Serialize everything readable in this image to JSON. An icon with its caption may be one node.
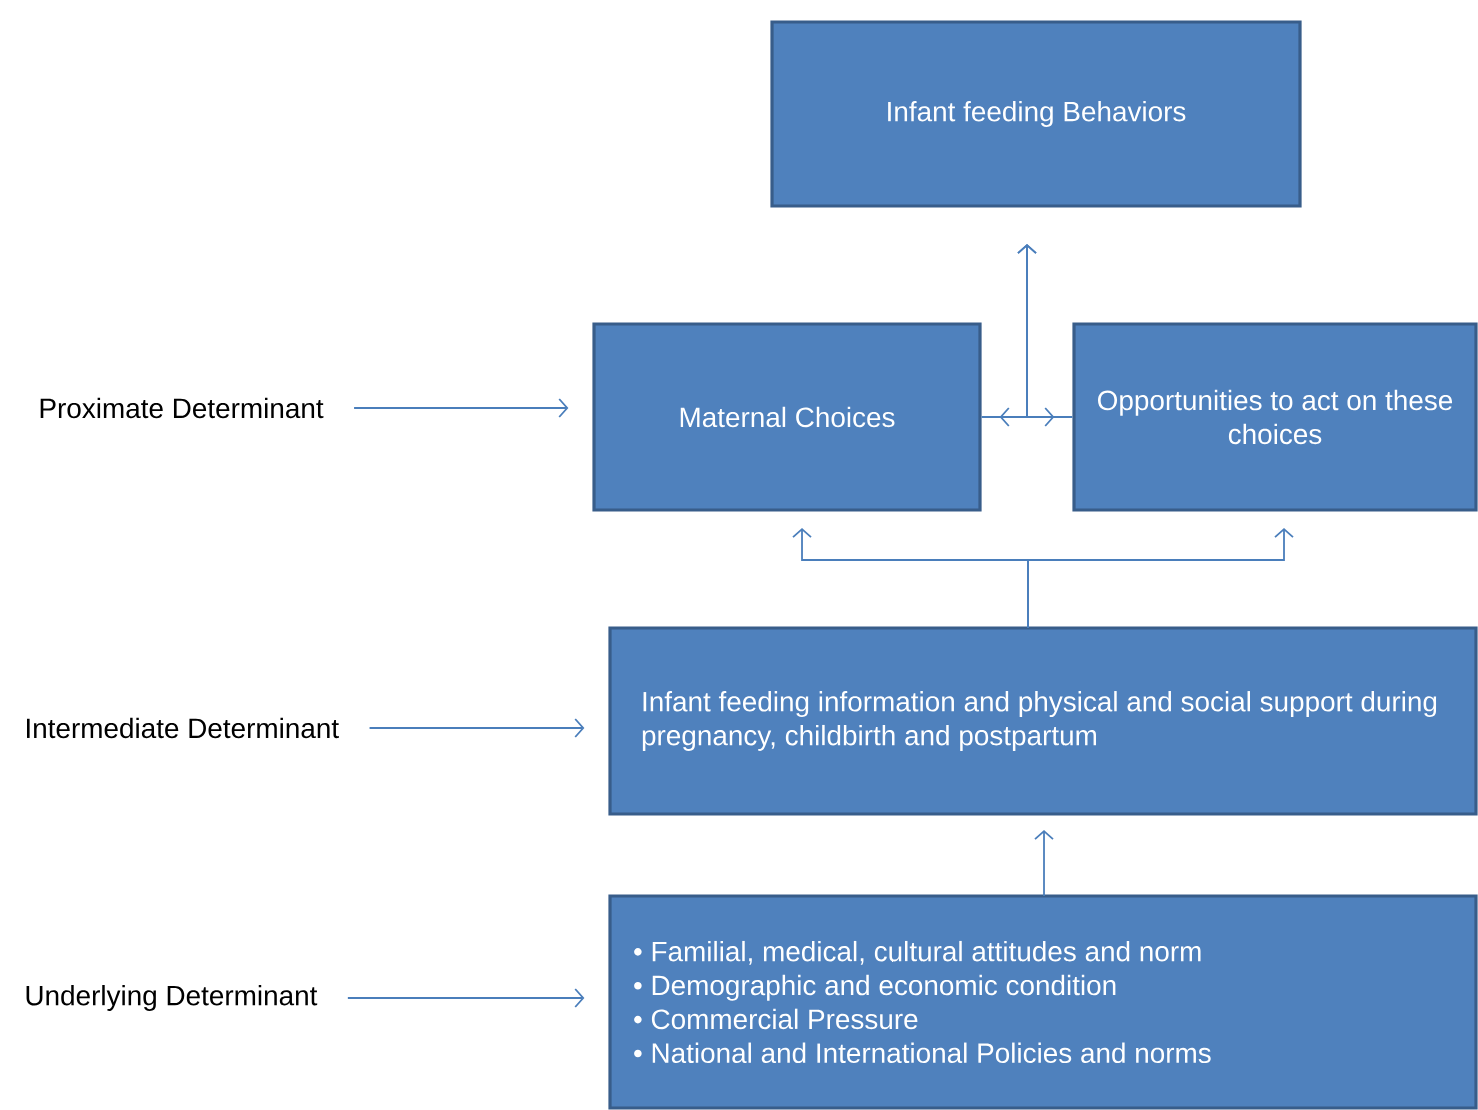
{
  "diagram": {
    "nodes": [
      {
        "text": [
          "Infant feeding Behaviors"
        ]
      },
      {
        "text": [
          "Maternal Choices"
        ]
      },
      {
        "text": [
          "Opportunities to act on these choices"
        ]
      },
      {
        "text": [
          "Infant feeding information and physical and social support during pregnancy, childbirth and postpartum"
        ]
      },
      {
        "text": [
          "• Familial, medical, cultural attitudes and norm",
          "• Demographic and economic condition",
          "• Commercial Pressure",
          "• National and International Policies and norms"
        ]
      },
      {
        "text": [
          "Proximate Determinant"
        ]
      },
      {
        "text": [
          "Intermediate Determinant"
        ]
      },
      {
        "text": [
          "Underlying Determinant"
        ]
      }
    ],
    "edges": [
      {
        "from": 1,
        "to": 2,
        "arrow": "both"
      },
      {
        "from": 1,
        "to": 0,
        "arrow": "to"
      },
      {
        "from": 2,
        "to": 0,
        "arrow": "to"
      },
      {
        "from": 3,
        "to": 1,
        "arrow": "to"
      },
      {
        "from": 3,
        "to": 2,
        "arrow": "to"
      },
      {
        "from": 4,
        "to": 3,
        "arrow": "to"
      },
      {
        "from": 5,
        "to": 1,
        "arrow": "to"
      },
      {
        "from": 6,
        "to": 3,
        "arrow": "to"
      },
      {
        "from": 7,
        "to": 4,
        "arrow": "to"
      }
    ]
  }
}
